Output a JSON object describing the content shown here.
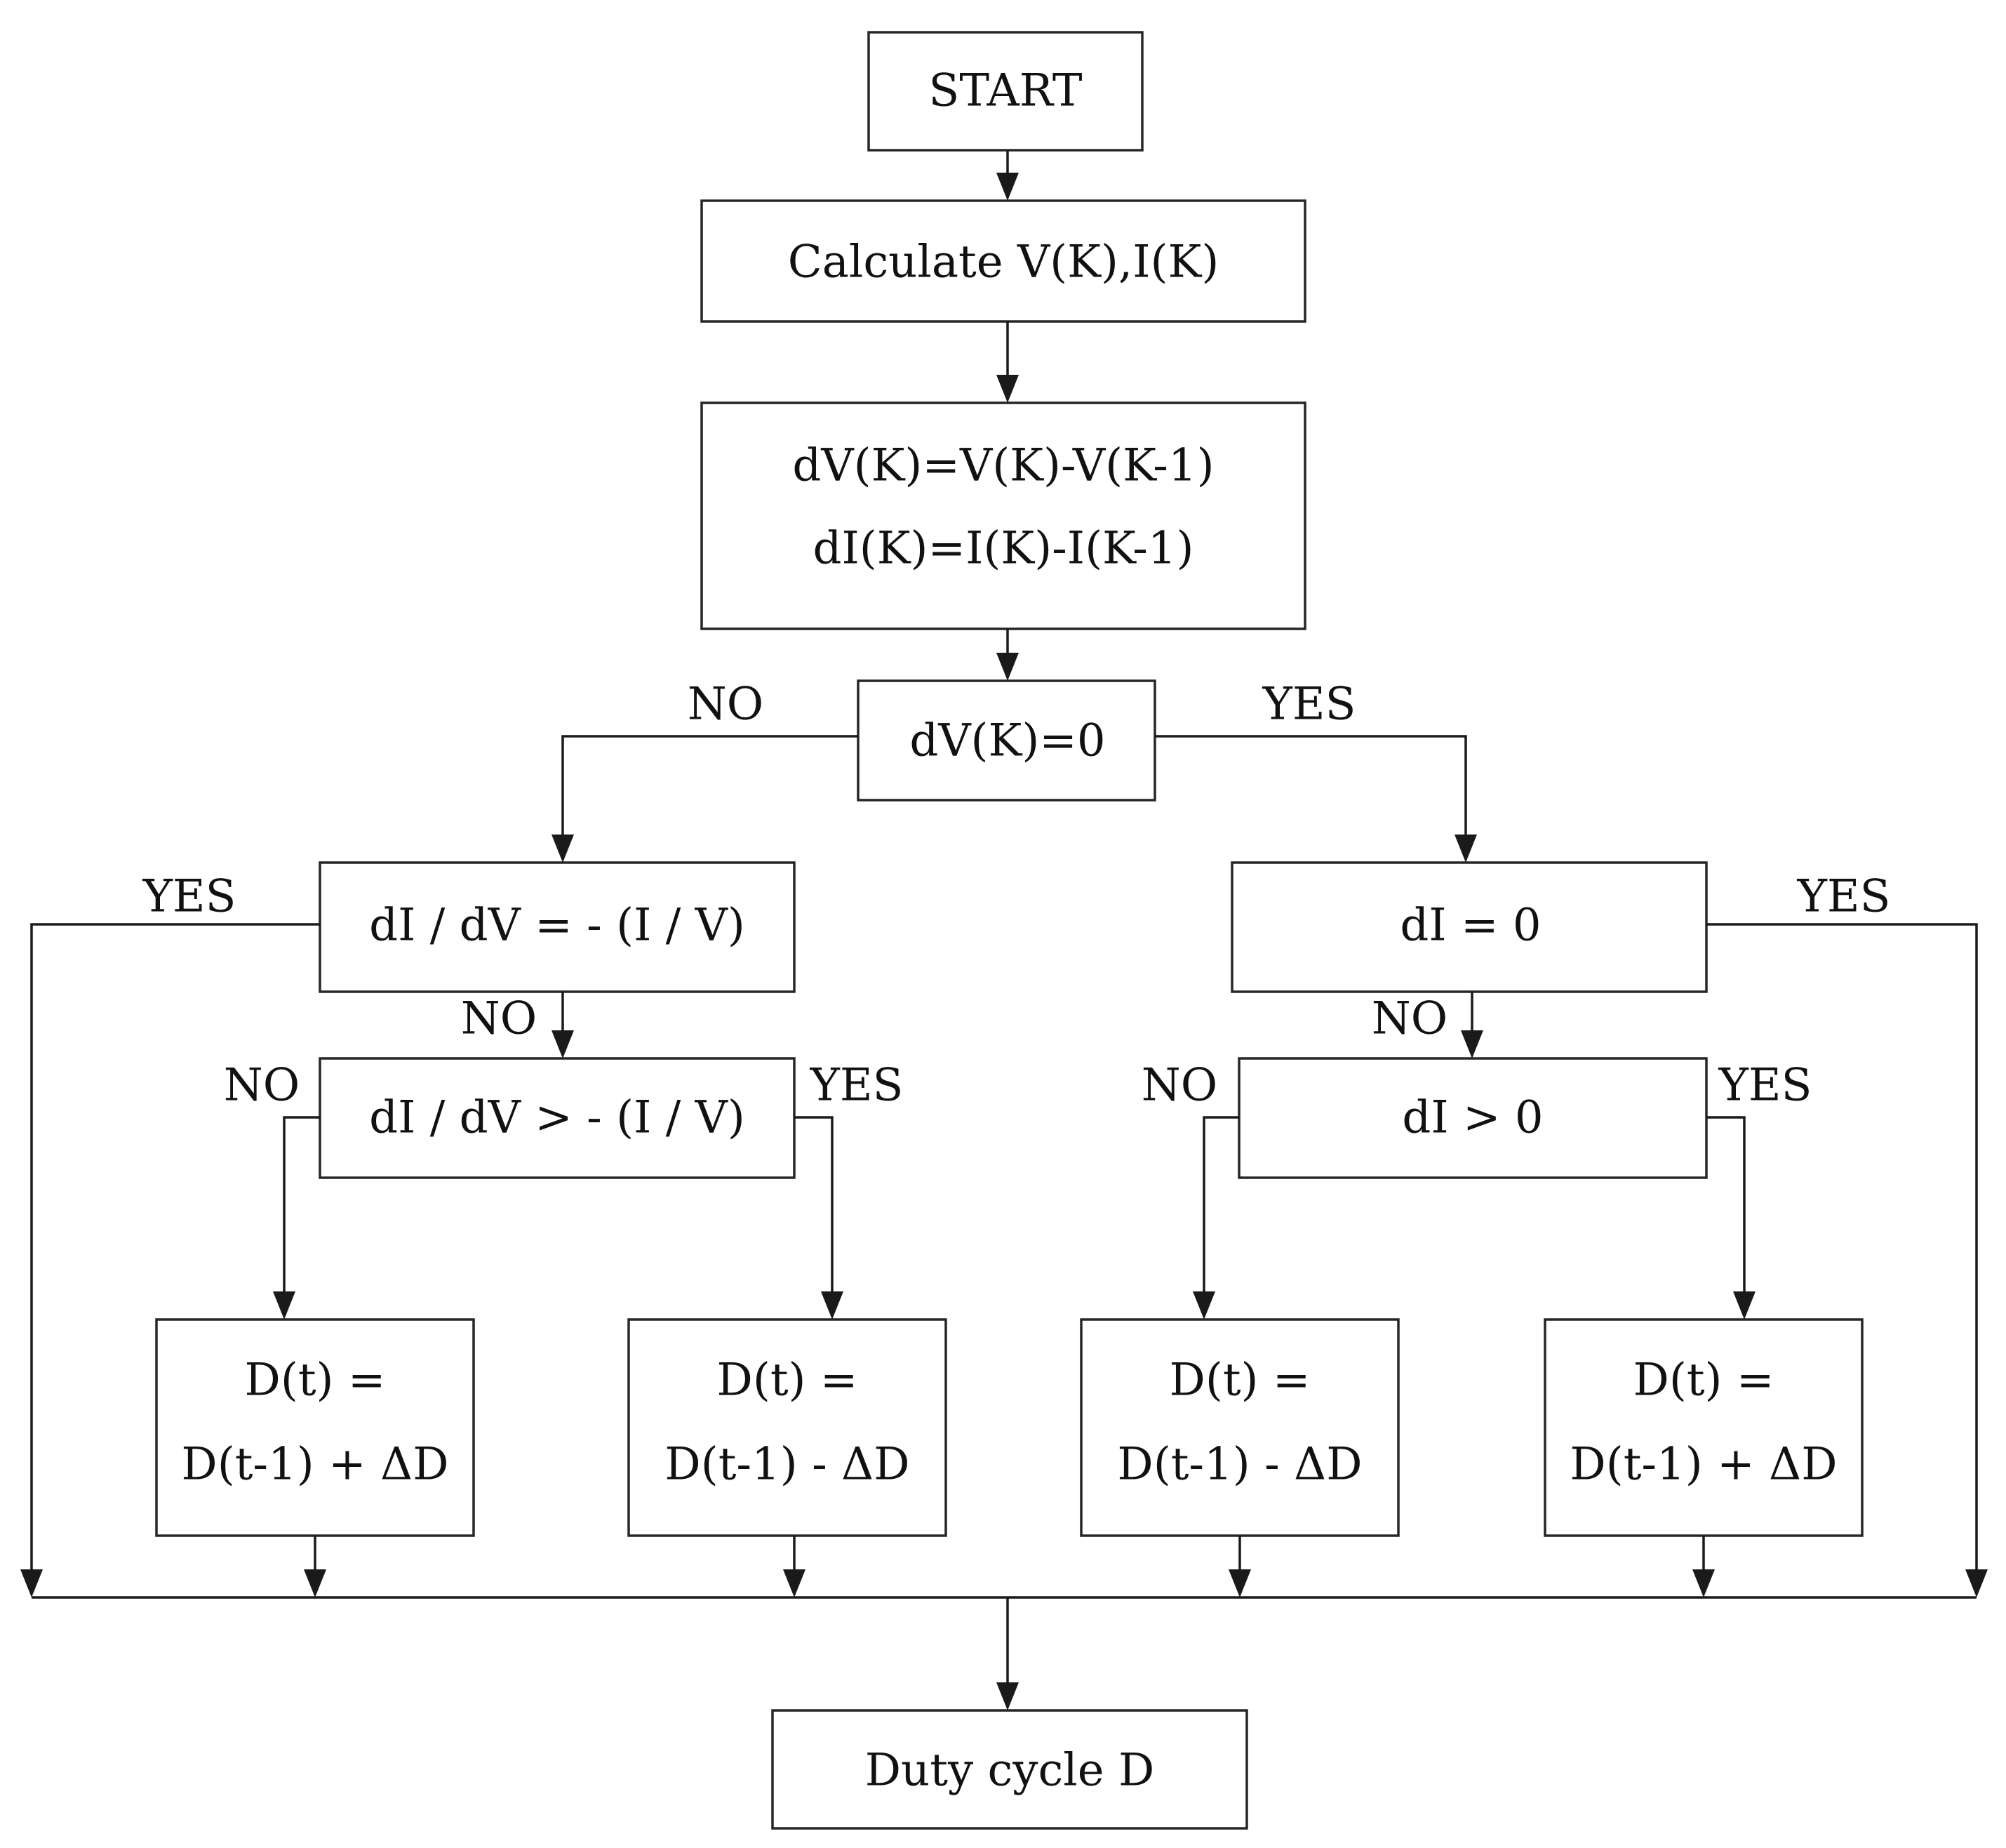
{
  "nodes": {
    "start": "START",
    "calculate": "Calculate V(K),I(K)",
    "diff_line1": "dV(K)=V(K)-V(K-1)",
    "diff_line2": "dI(K)=I(K)-I(K-1)",
    "check_dv": "dV(K)=0",
    "check_ratio_eq": "dI / dV = - (I / V)",
    "check_ratio_gt": "dI / dV > - (I / V)",
    "check_di_eq": "dI = 0",
    "check_di_gt": "dI > 0",
    "update1_line1": "D(t) =",
    "update1_line2": "D(t-1) + ΔD",
    "update2_line1": "D(t) =",
    "update2_line2": "D(t-1) - ΔD",
    "update3_line1": "D(t) =",
    "update3_line2": "D(t-1) - ΔD",
    "update4_line1": "D(t) =",
    "update4_line2": "D(t-1) + ΔD",
    "duty": "Duty cycle D"
  },
  "labels": {
    "dv_no": "NO",
    "dv_yes": "YES",
    "ratio_eq_yes": "YES",
    "ratio_eq_no": "NO",
    "ratio_gt_no": "NO",
    "ratio_gt_yes": "YES",
    "di_eq_yes": "YES",
    "di_eq_no": "NO",
    "di_gt_no": "NO",
    "di_gt_yes": "YES"
  }
}
